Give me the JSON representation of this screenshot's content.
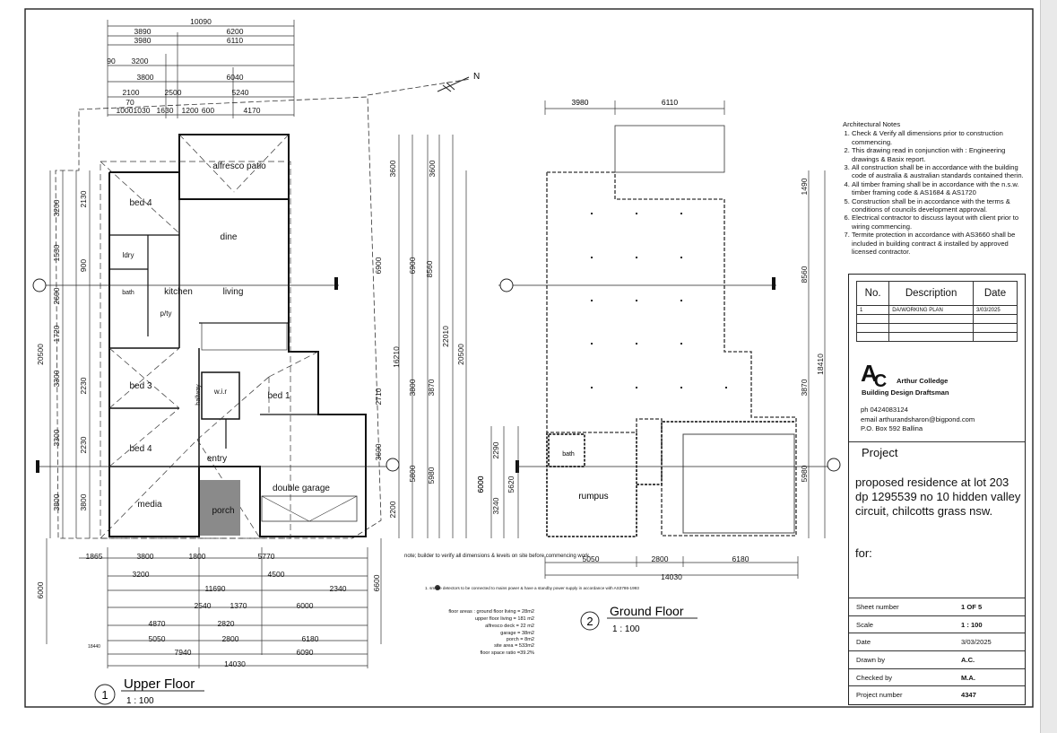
{
  "notes": {
    "heading": "Architectural  Notes",
    "items": [
      "Check & Verify all dimensions prior to construction commencing.",
      "This drawing read in conjunction with : Engineering drawings & Basix report.",
      "All construction shall be in accordance with the building code of australia & australian standards contained therin.",
      "All timber framing shall be in accordance with the n.s.w. timber framing code & AS1684 & AS1720",
      "Construction shall be in accordance with the terms & conditions of councils development approval.",
      "Electrical contractor to discuss layout with client prior to wiring commencing.",
      "Termite protection in accordance with AS3660 shall be included in building contract & installed by approved licensed contractor."
    ]
  },
  "revisions": {
    "headers": [
      "No.",
      "Description",
      "Date"
    ],
    "rows": [
      [
        "1",
        "DA/WORKING PLAN",
        "3/03/2025"
      ]
    ]
  },
  "firm": {
    "logo_a": "A",
    "logo_c": "C",
    "name_line1": "Arthur Colledge",
    "name_line2": "Building Design Draftsman",
    "phone": "ph 0424083124",
    "email": "email  arthurandsharon@bigpond.com",
    "po_box": "P.O. Box 592  Ballina"
  },
  "project": {
    "heading": "Project",
    "title": "proposed residence at lot 203 dp 1295539  no 10 hidden valley circuit, chilcotts grass nsw.",
    "for_label": "for:"
  },
  "sheet_info": {
    "rows": [
      {
        "label": "Sheet  number",
        "value": "1 OF 5"
      },
      {
        "label": "Scale",
        "value": "1 : 100"
      },
      {
        "label": "Date",
        "value": "3/03/2025"
      },
      {
        "label": "Drawn by",
        "value": "A.C."
      },
      {
        "label": "Checked by",
        "value": "M.A."
      },
      {
        "label": "Project number",
        "value": "4347"
      }
    ]
  },
  "upper_floor": {
    "number": "1",
    "title": "Upper Floor",
    "scale": "1 : 100",
    "rooms": [
      "alfresco patio",
      "bed 4",
      "dine",
      "kitchen",
      "living",
      "bath",
      "ldry",
      "p/ty",
      "bed 3",
      "hallway",
      "w.i.r",
      "bed 1",
      "bed 4",
      "entry",
      "media",
      "porch",
      "double  garage"
    ],
    "top_dims": [
      "10090",
      "3890",
      "6200",
      "3980",
      "6110",
      "3200",
      "3800",
      "6040",
      "2100",
      "2500",
      "5240",
      "1000",
      "1030",
      "1630",
      "1200",
      "600",
      "4170",
      "90",
      "70"
    ],
    "left_dims": [
      "20500",
      "3200",
      "2130",
      "1530",
      "900",
      "2600",
      "1720",
      "3300",
      "2230",
      "3300",
      "2230",
      "3800",
      "3800",
      "6000"
    ],
    "right_dims": [
      "3600",
      "3600",
      "6900",
      "6900",
      "16210",
      "8560",
      "22010",
      "20500",
      "3800",
      "3870",
      "2710",
      "3600",
      "5800",
      "5980",
      "2200",
      "6600",
      "6000"
    ],
    "bottom_dims": [
      "1865",
      "3800",
      "1800",
      "5770",
      "3200",
      "4500",
      "11690",
      "2340",
      "2540",
      "1370",
      "6000",
      "4870",
      "2820",
      "5050",
      "2800",
      "6180",
      "7940",
      "6090",
      "14030",
      "18440"
    ]
  },
  "ground_floor": {
    "number": "2",
    "title": "Ground Floor",
    "scale": "1 : 100",
    "rooms": [
      "rumpus",
      "bath"
    ],
    "top_dims": [
      "3980",
      "6110"
    ],
    "left_dims": [
      "2290",
      "5620",
      "3240",
      "6000"
    ],
    "right_dims": [
      "1490",
      "8560",
      "18410",
      "3870",
      "5980"
    ],
    "bottom_dims": [
      "5050",
      "2800",
      "6180",
      "14030"
    ]
  },
  "builder_note": "note; builder to verify all dimensions & levels on site before commencing work.",
  "smoke_note": "1.  smoke detectors to be connected to mains power & have a standby power supply in accordance with AS3786-1993",
  "areas": [
    "floor areas : ground floor living = 28m2",
    "upper floor living  = 181 m2",
    "alfresco deck = 22 m2",
    "garage = 38m2",
    "porch = 8m2",
    "site area = 533m2",
    "floor space ratio =39.2%"
  ],
  "north_label": "N"
}
